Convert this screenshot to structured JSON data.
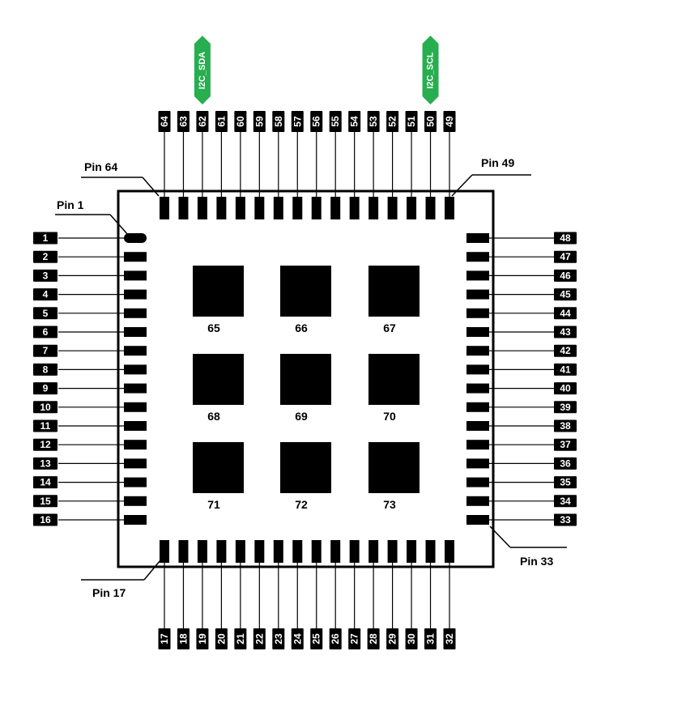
{
  "signals": [
    {
      "label": "I2C_SDA",
      "pin": 62,
      "color": "#27ae4f"
    },
    {
      "label": "I2C_SCL",
      "pin": 50,
      "color": "#27ae4f"
    }
  ],
  "callouts": {
    "pin1": "Pin 1",
    "pin17": "Pin 17",
    "pin33": "Pin 33",
    "pin49": "Pin 49",
    "pin64": "Pin 64"
  },
  "pins": {
    "left": [
      "1",
      "2",
      "3",
      "4",
      "5",
      "6",
      "7",
      "8",
      "9",
      "10",
      "11",
      "12",
      "13",
      "14",
      "15",
      "16"
    ],
    "bottom": [
      "17",
      "18",
      "19",
      "20",
      "21",
      "22",
      "23",
      "24",
      "25",
      "26",
      "27",
      "28",
      "29",
      "30",
      "31",
      "32"
    ],
    "right": [
      "33",
      "34",
      "35",
      "36",
      "37",
      "38",
      "39",
      "40",
      "41",
      "42",
      "43",
      "44",
      "45",
      "46",
      "47",
      "48"
    ],
    "top": [
      "49",
      "50",
      "51",
      "52",
      "53",
      "54",
      "55",
      "56",
      "57",
      "58",
      "59",
      "60",
      "61",
      "62",
      "63",
      "64"
    ]
  },
  "thermal_pads": [
    "65",
    "66",
    "67",
    "68",
    "69",
    "70",
    "71",
    "72",
    "73"
  ]
}
